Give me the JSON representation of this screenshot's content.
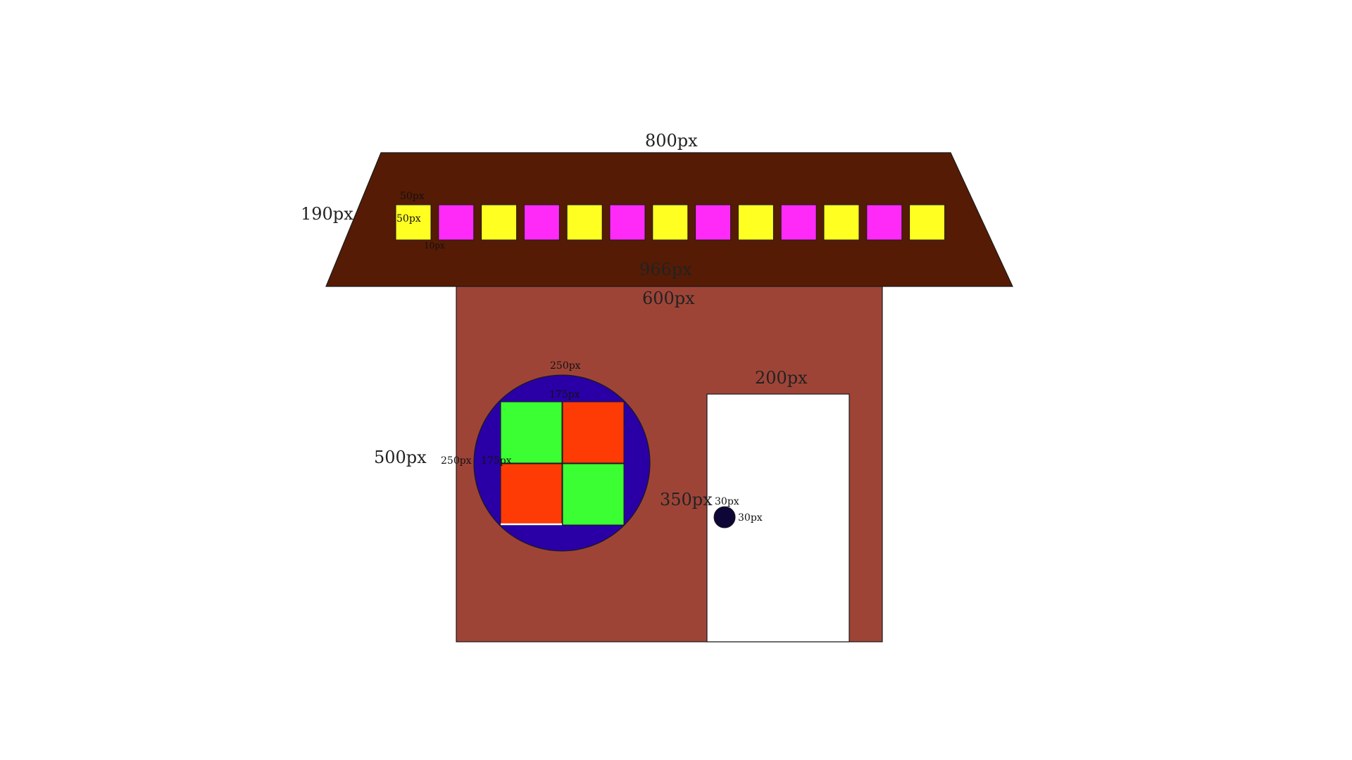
{
  "colors": {
    "background": "#ffffff",
    "roof": "#561b04",
    "wall": "#9e4437",
    "window_circle": "#2a00a6",
    "window_pane_green": "#3cff33",
    "window_pane_red": "#ff3b05",
    "door": "#ffffff",
    "doorknob": "#0e0637",
    "tile_yellow": "#ffff22",
    "tile_magenta": "#ff2af7",
    "outline": "#1a1a1a"
  },
  "roof": {
    "top_width_label": "800px",
    "bottom_width_label": "966px",
    "height_label": "190px",
    "tile_width_label": "50px",
    "tile_height_label": "50px",
    "tile_gap_label": "10px",
    "tiles": [
      "yellow",
      "magenta",
      "yellow",
      "magenta",
      "yellow",
      "magenta",
      "yellow",
      "magenta",
      "yellow",
      "magenta",
      "yellow",
      "magenta",
      "yellow"
    ]
  },
  "wall": {
    "width_label": "600px",
    "height_label": "500px"
  },
  "window": {
    "circle_width_label": "250px",
    "circle_height_label": "250px",
    "pane_width_label": "175px",
    "pane_height_label": "175px",
    "panes": [
      "green",
      "red",
      "red",
      "green"
    ]
  },
  "door": {
    "width_label": "200px",
    "height_label": "350px",
    "knob_width_label": "30px",
    "knob_height_label": "30px"
  }
}
